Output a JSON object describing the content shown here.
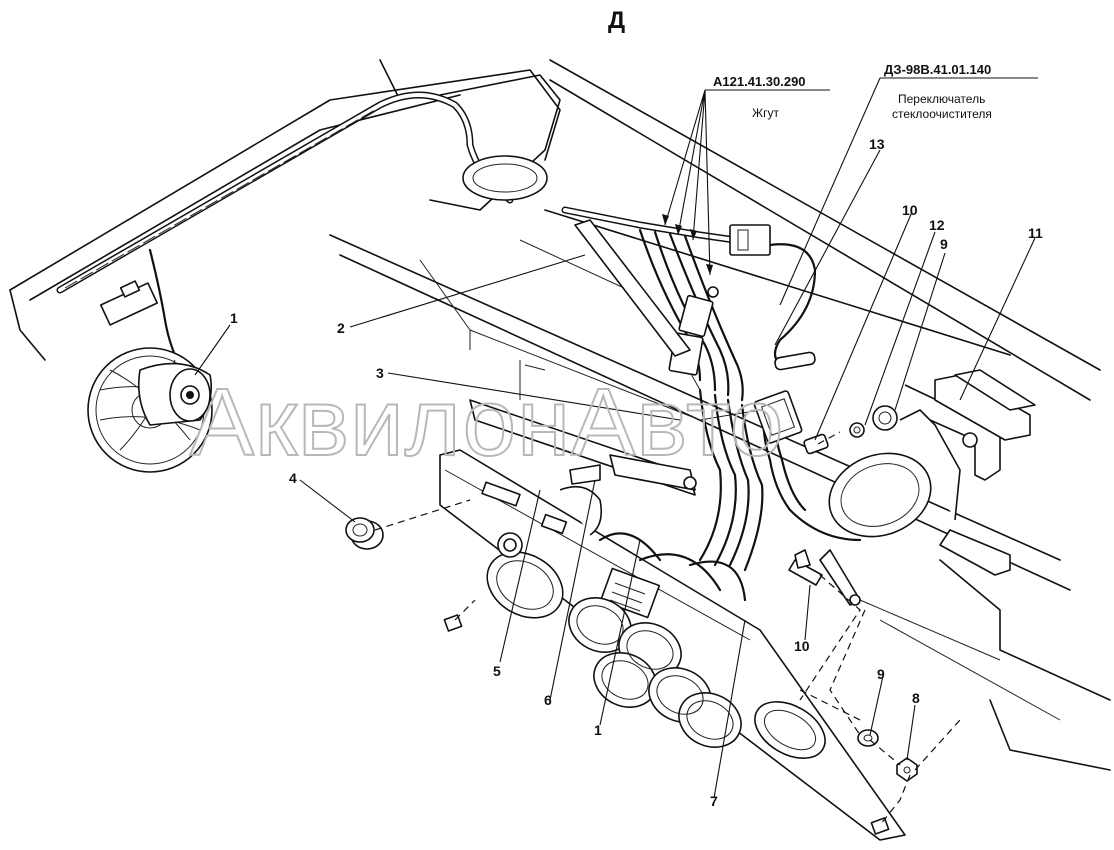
{
  "view_title": "Д",
  "callouts": {
    "harness_code": "А121.41.30.290",
    "harness_name": "Жгут",
    "switch_code": "ДЗ-98В.41.01.140",
    "switch_name_line1": "Переключатель",
    "switch_name_line2": "стеклоочистителя"
  },
  "part_numbers": {
    "p1_fan": "1",
    "p1_panel": "1",
    "p2": "2",
    "p3": "3",
    "p4": "4",
    "p5": "5",
    "p6": "6",
    "p7": "7",
    "p8": "8",
    "p9_top": "9",
    "p9_bottom": "9",
    "p10_top": "10",
    "p10_bottom": "10",
    "p11": "11",
    "p12": "12",
    "p13": "13"
  },
  "watermark": "АквилонАвто"
}
